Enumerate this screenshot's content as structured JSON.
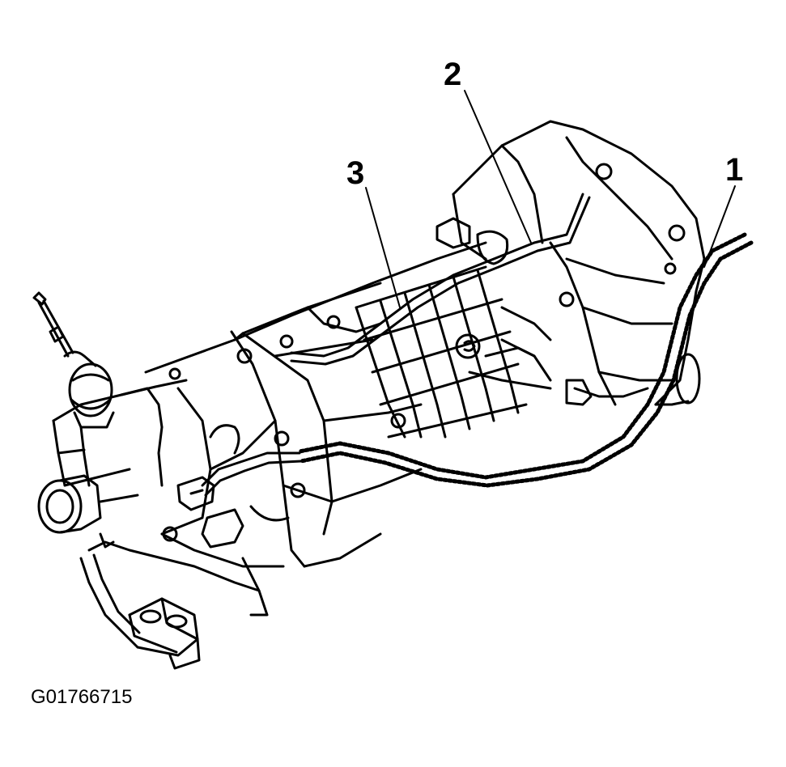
{
  "callouts": [
    {
      "id": "1",
      "label": "1"
    },
    {
      "id": "2",
      "label": "2"
    },
    {
      "id": "3",
      "label": "3"
    }
  ],
  "figure_code": "G01766715",
  "colors": {
    "ink": "#000000",
    "paper": "#ffffff"
  }
}
